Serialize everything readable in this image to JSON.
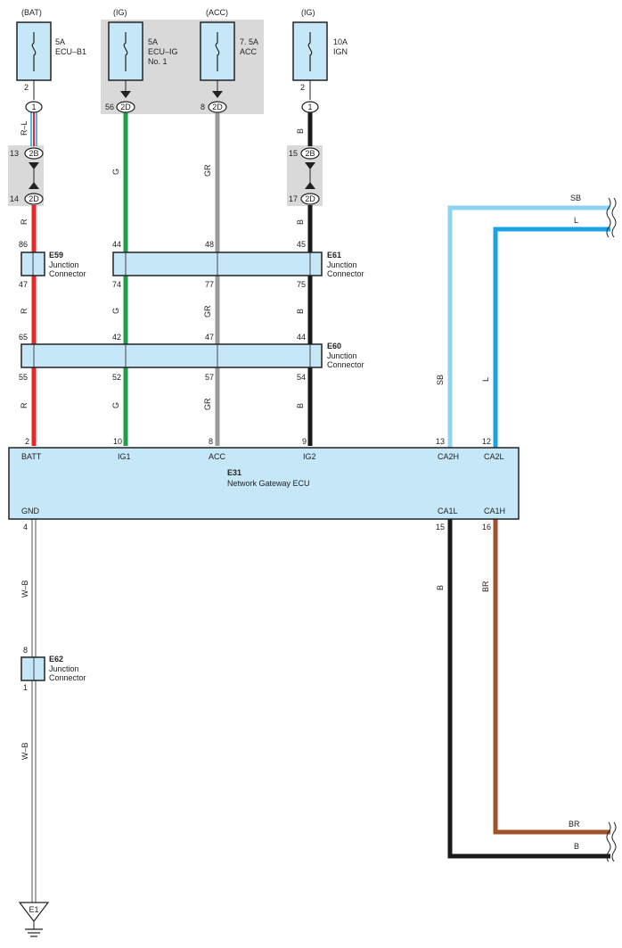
{
  "colors": {
    "R": "#e8262b",
    "G": "#1e9f4b",
    "GR": "#9a9a9a",
    "B": "#1a1a1a",
    "SB": "#8fd3f2",
    "L": "#1ba3e6",
    "BR": "#a0522d",
    "WB": "#777777",
    "box_fill": "#c6e7f7",
    "shade": "#d9d9d9"
  },
  "fuses": [
    {
      "source": "(BAT)",
      "line1": "5A",
      "line2": "ECU–B1",
      "line3": "",
      "out_pin": "2",
      "conn_pin": "1"
    },
    {
      "source": "(IG)",
      "line1": "5A",
      "line2": "ECU–IG",
      "line3": "No. 1",
      "out_pin": "56",
      "conn_pin": "2D"
    },
    {
      "source": "(ACC)",
      "line1": "7. 5A",
      "line2": "ACC",
      "line3": "",
      "out_pin": "8",
      "conn_pin": "2D"
    },
    {
      "source": "(IG)",
      "line1": "10A",
      "line2": "IGN",
      "line3": "",
      "out_pin": "2",
      "conn_pin": "1"
    }
  ],
  "junctions": {
    "bat_upper": {
      "in_pin": "13",
      "in_conn": "2B",
      "out_pin": "14",
      "out_conn": "2D"
    },
    "ign_upper": {
      "in_pin": "15",
      "in_conn": "2B",
      "out_pin": "17",
      "out_conn": "2D"
    }
  },
  "wire_labels": {
    "bat_top": "R–L",
    "bat": "R",
    "ig": "G",
    "acc": "GR",
    "ign": "B",
    "sb": "SB",
    "l": "L",
    "b": "B",
    "br": "BR",
    "wb": "W–B"
  },
  "e59": {
    "code": "E59",
    "line1": "Junction",
    "line2": "Connector",
    "in_pin": "86",
    "out_pin": "47"
  },
  "e61": {
    "code": "E61",
    "line1": "Junction",
    "line2": "Connector",
    "pins_in": [
      "44",
      "48",
      "45"
    ],
    "pins_out": [
      "74",
      "77",
      "75"
    ]
  },
  "e60": {
    "code": "E60",
    "line1": "Junction",
    "line2": "Connector",
    "pins_in": [
      "65",
      "42",
      "47",
      "44"
    ],
    "pins_out": [
      "55",
      "52",
      "57",
      "54"
    ]
  },
  "ecu": {
    "code": "E31",
    "name": "Network Gateway ECU",
    "top_pins": [
      {
        "pin": "2",
        "label": "BATT"
      },
      {
        "pin": "10",
        "label": "IG1"
      },
      {
        "pin": "8",
        "label": "ACC"
      },
      {
        "pin": "9",
        "label": "IG2"
      },
      {
        "pin": "13",
        "label": "CA2H"
      },
      {
        "pin": "12",
        "label": "CA2L"
      }
    ],
    "bottom_pins": [
      {
        "pin": "4",
        "label": "GND"
      },
      {
        "pin": "15",
        "label": "CA1L"
      },
      {
        "pin": "16",
        "label": "CA1H"
      }
    ]
  },
  "e62": {
    "code": "E62",
    "line1": "Junction",
    "line2": "Connector",
    "in_pin": "8",
    "out_pin": "1"
  },
  "ground": {
    "label": "E1"
  }
}
